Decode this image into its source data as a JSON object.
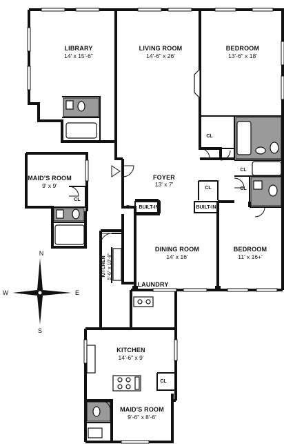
{
  "rooms": {
    "library": {
      "name": "LIBRARY",
      "dim": "14' x 15'-6\""
    },
    "living_room": {
      "name": "LIVING ROOM",
      "dim": "14'-6\" x 26'"
    },
    "bedroom_1": {
      "name": "BEDROOM",
      "dim": "13'-6\" x 18'"
    },
    "maids_room_1": {
      "name": "MAID'S ROOM",
      "dim": "9' x 9'"
    },
    "foyer": {
      "name": "FOYER",
      "dim": "13' x 7'"
    },
    "dining_room": {
      "name": "DINING ROOM",
      "dim": "14' x 16'"
    },
    "bedroom_2": {
      "name": "BEDROOM",
      "dim": "11' x 16+'"
    },
    "kitchen_small": {
      "name": "KITCHEN",
      "dim": "5'-6\" x 10'-8\""
    },
    "laundry": {
      "name": "LAUNDRY"
    },
    "kitchen": {
      "name": "KITCHEN",
      "dim": "14'-6\" x 9'"
    },
    "maids_room_2": {
      "name": "MAID'S ROOM",
      "dim": "9'-6\" x 8'-6'"
    }
  },
  "labels": {
    "closet": "CL",
    "built_in": "BUILT-IN"
  },
  "compass": {
    "n": "N",
    "s": "S",
    "e": "E",
    "w": "W"
  }
}
